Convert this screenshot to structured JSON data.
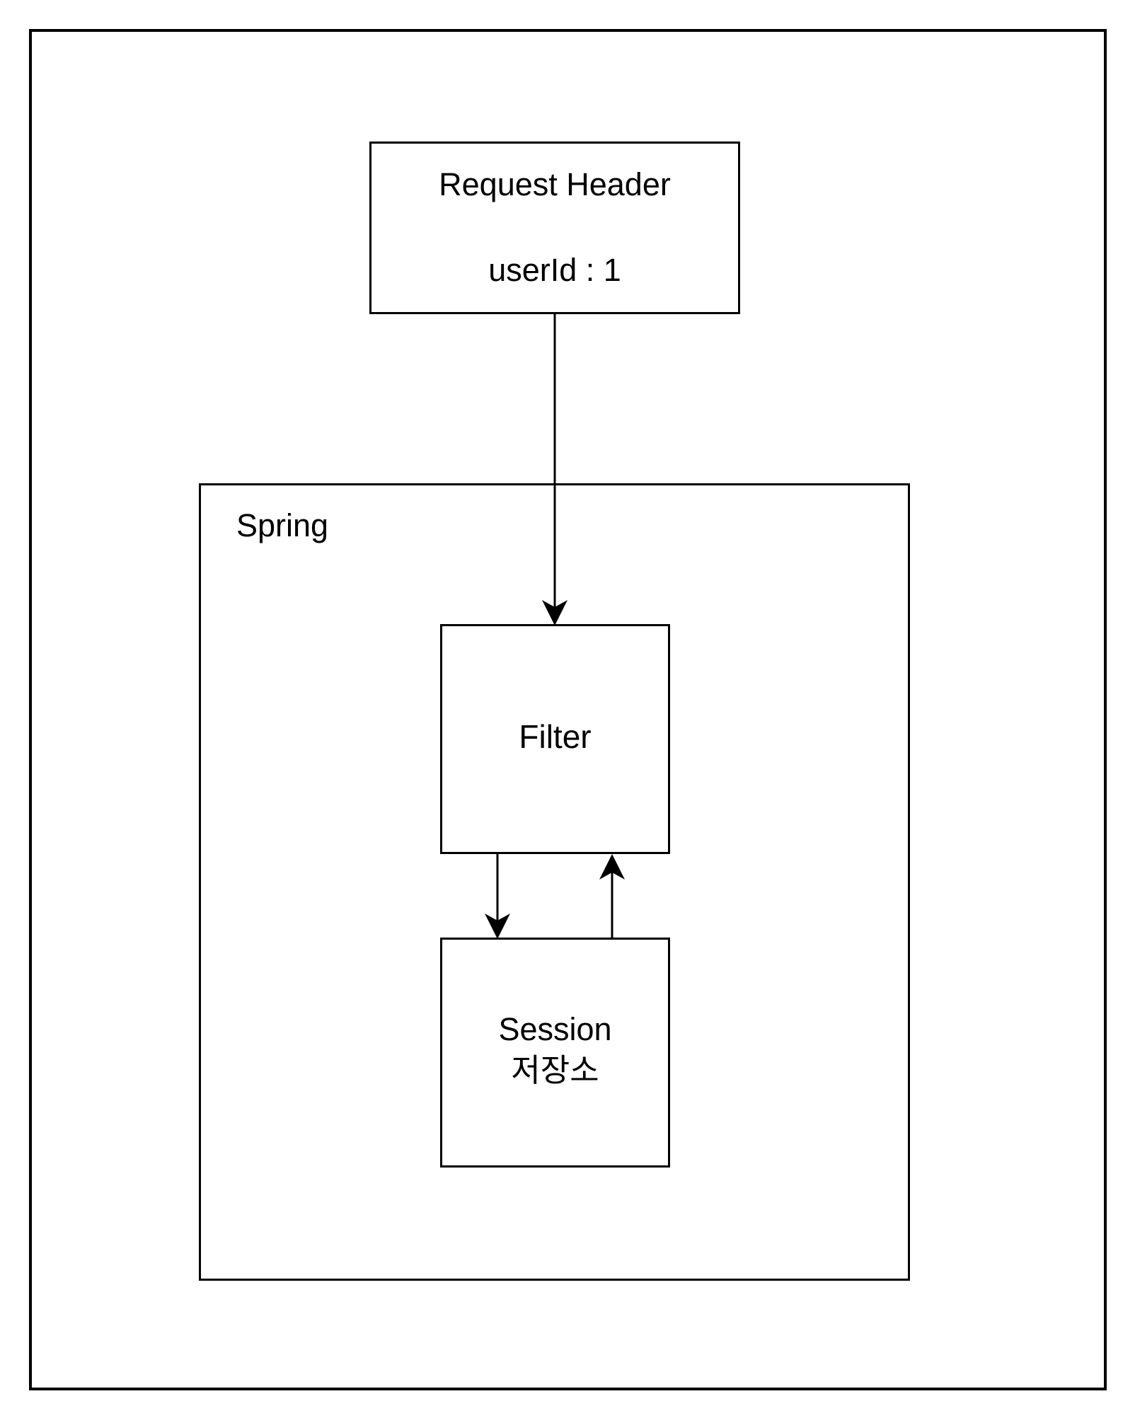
{
  "diagram": {
    "request_header": {
      "title": "Request Header",
      "field": "userId : 1"
    },
    "spring": {
      "label": "Spring"
    },
    "filter": {
      "label": "Filter"
    },
    "session_store": {
      "line1": "Session",
      "line2": "저장소"
    }
  }
}
